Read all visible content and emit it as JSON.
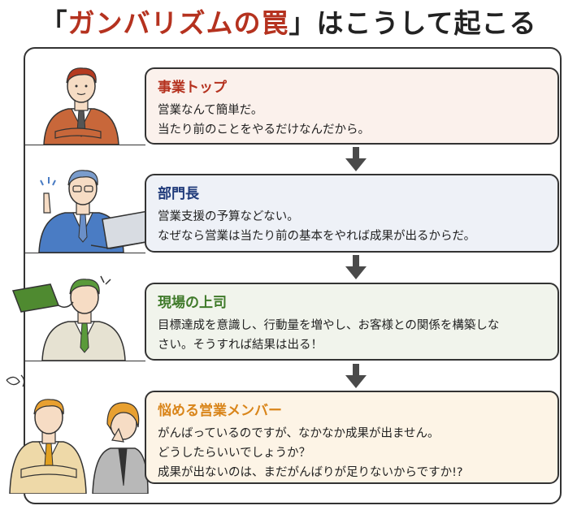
{
  "title": {
    "open_bracket": "「",
    "highlight": "ガンバリズムの罠",
    "close_bracket": "」",
    "rest": "はこうして起こる"
  },
  "steps": [
    {
      "role": "事業トップ",
      "lines": [
        "営業なんて簡単だ。",
        "当たり前のことをやるだけなんだから。"
      ],
      "color": "#b5321f"
    },
    {
      "role": "部門長",
      "lines": [
        "営業支援の予算などない。",
        "なぜなら営業は当たり前の基本をやれば成果が出るからだ。"
      ],
      "color": "#1f3a7a"
    },
    {
      "role": "現場の上司",
      "lines": [
        "目標達成を意識し、行動量を増やし、お客様との関係を構築しな",
        "さい。そうすれば結果は出る！"
      ],
      "color": "#3f7a2a"
    },
    {
      "role": "悩める営業メンバー",
      "lines": [
        "がんばっているのですが、なかなか成果が出ません。",
        "どうしたらいいでしょうか？",
        "成果が出ないのは、まだがんばりが足りないからですか!?"
      ],
      "color": "#d9851a"
    }
  ],
  "icons": [
    "executive-illustration",
    "manager-with-laptop-illustration",
    "supervisor-with-megaphone-illustration",
    "worried-sales-members-illustration",
    "arrow-down-icon"
  ]
}
